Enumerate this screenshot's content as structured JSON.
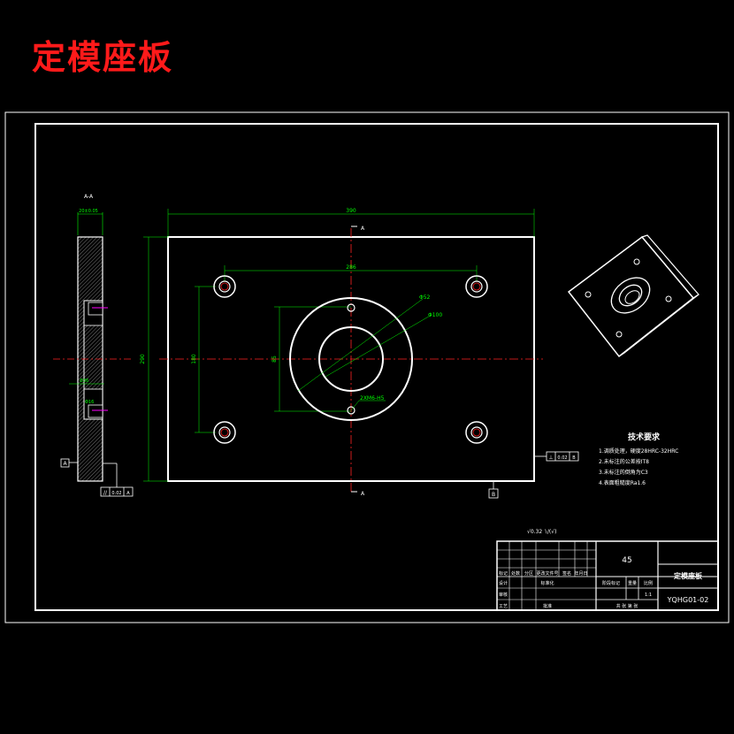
{
  "title": "定模座板",
  "section_label": "A-A",
  "section_width_dim": "20±0.05",
  "dims": {
    "overall_width": "390",
    "overall_height": "290",
    "hole_spacing_x": "286",
    "hole_spacing_y": "180",
    "inner_height": "85",
    "dia_small": "Φ52",
    "dia_large": "Φ100",
    "screw_holes": "2XM6-H5",
    "section_small_1": "Φ36",
    "section_small_2": "Φ16"
  },
  "section_markers": {
    "top": "A",
    "bottom": "A"
  },
  "datums": {
    "a": "A",
    "b": "B"
  },
  "tolerances": {
    "perpendicularity": {
      "symbol": "⊥",
      "value": "0.02",
      "datum": "B"
    },
    "parallelism": {
      "symbol": "//",
      "value": "0.02",
      "datum": "A"
    }
  },
  "roughness": "√0.32 ∖/(√)",
  "tech_requirements": {
    "heading": "技术要求",
    "items": [
      "1.调质处理，硬度28HRC-32HRC",
      "2.未标注的公差按IT8",
      "3.未标注的倒角为C3",
      "4.表面粗糙度Ra1.6"
    ]
  },
  "title_block": {
    "material": "45",
    "part_name": "定模座板",
    "drawing_no": "YQHG01-02",
    "scale": "1:1",
    "header_cells": [
      "标记",
      "处数",
      "分区",
      "更改文件号",
      "签名",
      "年月日"
    ],
    "row_labels": [
      "设计",
      "审核",
      "工艺"
    ],
    "std_label": "标准化",
    "approve_label": "批准",
    "stage_label": "阶段标记",
    "weight_label": "重量",
    "scale_label": "比例",
    "sheets_label": "共 张 第 张"
  }
}
